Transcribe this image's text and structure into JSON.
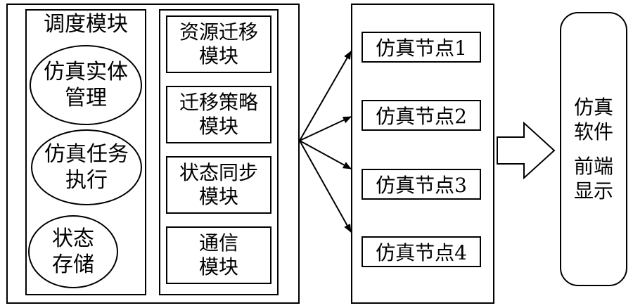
{
  "scheduler": {
    "title": "调度模块",
    "items": [
      {
        "line1": "仿真实体",
        "line2": "管理"
      },
      {
        "line1": "仿真任务",
        "line2": "执行"
      },
      {
        "line1": "状态",
        "line2": "存储"
      }
    ]
  },
  "modules": [
    {
      "line1": "资源迁移",
      "line2": "模块"
    },
    {
      "line1": "迁移策略",
      "line2": "模块"
    },
    {
      "line1": "状态同步",
      "line2": "模块"
    },
    {
      "line1": "通信",
      "line2": "模块"
    }
  ],
  "nodes": [
    "仿真节点1",
    "仿真节点2",
    "仿真节点3",
    "仿真节点4"
  ],
  "frontend": {
    "line1": "仿真",
    "line2": "软件",
    "line3": "前端",
    "line4": "显示"
  }
}
